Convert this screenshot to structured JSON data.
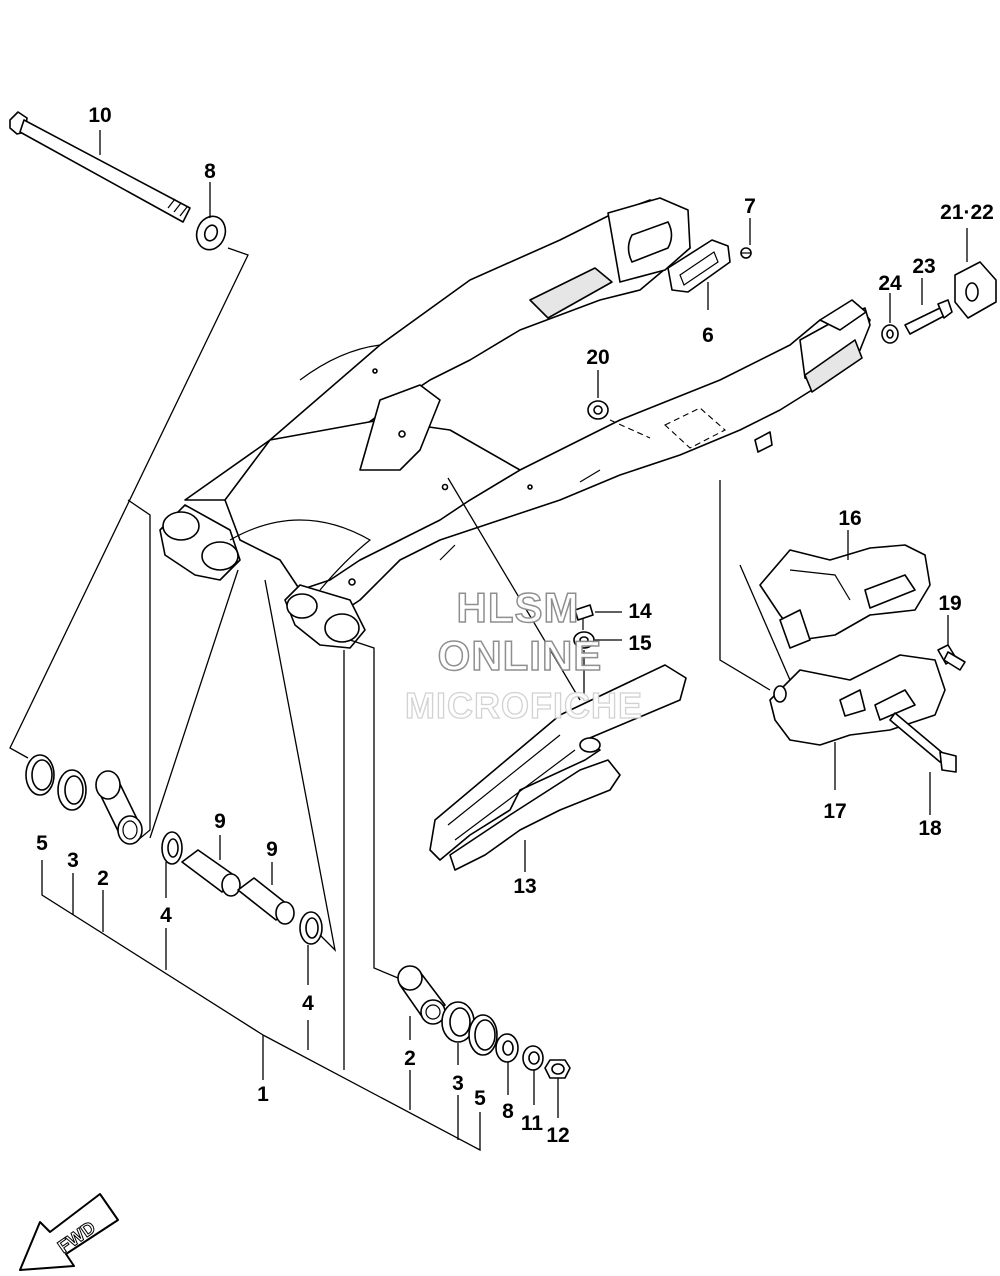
{
  "callouts": {
    "c10": "10",
    "c8_top": "8",
    "c7": "7",
    "c21_22": "21·22",
    "c23": "23",
    "c24": "24",
    "c6": "6",
    "c20": "20",
    "c16": "16",
    "c14": "14",
    "c15": "15",
    "c19": "19",
    "c17": "17",
    "c18": "18",
    "c13": "13",
    "c5_left": "5",
    "c3_left": "3",
    "c2_left": "2",
    "c4_left": "4",
    "c9_a": "9",
    "c9_b": "9",
    "c4_right": "4",
    "c1": "1",
    "c2_right": "2",
    "c3_right": "3",
    "c5_right": "5",
    "c8_bottom": "8",
    "c11": "11",
    "c12": "12"
  },
  "watermark": {
    "line1": "HLSM",
    "line2": "ONLINE",
    "line3": "MICROFICHE"
  },
  "fwd_label": "FWD"
}
